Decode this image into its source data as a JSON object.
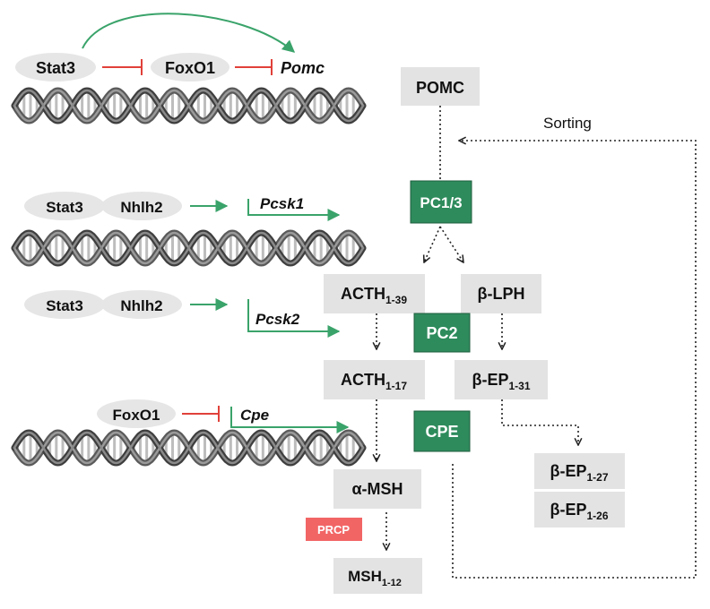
{
  "colors": {
    "green": "#2e8b5c",
    "arrow_green": "#3aa36a",
    "red": "#e0413a",
    "prcp_red": "#f26565",
    "grey_box": "#e3e3e3",
    "pill": "#e6e6e6",
    "dna_dark": "#4a4a4a",
    "dna_light": "#bdbdbd"
  },
  "regulators": {
    "row1": {
      "stat3": "Stat3",
      "foxo1": "FoxO1",
      "gene": "Pomc"
    },
    "row2": {
      "stat3": "Stat3",
      "nhlh2": "Nhlh2",
      "gene": "Pcsk1"
    },
    "row3": {
      "stat3": "Stat3",
      "nhlh2": "Nhlh2",
      "gene": "Pcsk2"
    },
    "row4": {
      "foxo1": "FoxO1",
      "gene": "Cpe"
    }
  },
  "pathway": {
    "pomc": "POMC",
    "sorting": "Sorting",
    "pc13": "PC1/3",
    "acth139": {
      "base": "ACTH",
      "sub": "1-39"
    },
    "blph": "β-LPH",
    "pc2": "PC2",
    "acth117": {
      "base": "ACTH",
      "sub": "1-17"
    },
    "bep131": {
      "base": "β-EP",
      "sub": "1-31"
    },
    "cpe": "CPE",
    "amsh": "α-MSH",
    "bep127": {
      "base": "β-EP",
      "sub": "1-27"
    },
    "bep126": {
      "base": "β-EP",
      "sub": "1-26"
    },
    "prcp": "PRCP",
    "msh112": {
      "base": "MSH",
      "sub": "1-12"
    }
  }
}
